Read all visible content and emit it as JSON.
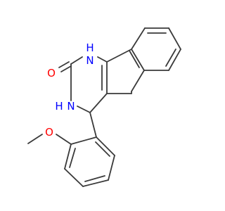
{
  "molecule": {
    "atoms": {
      "O_carbonyl": {
        "text": "O",
        "color": "#ff0000"
      },
      "N1": {
        "text": "N",
        "color": "#0000ff"
      },
      "H_N1": {
        "text": "H",
        "color": "#0000ff"
      },
      "N3": {
        "text": "N",
        "color": "#0000ff"
      },
      "H_N3": {
        "text": "H",
        "color": "#0000ff"
      },
      "O_methoxy": {
        "text": "O",
        "color": "#ff0000"
      }
    },
    "bond_color": "#3a3a3a"
  }
}
